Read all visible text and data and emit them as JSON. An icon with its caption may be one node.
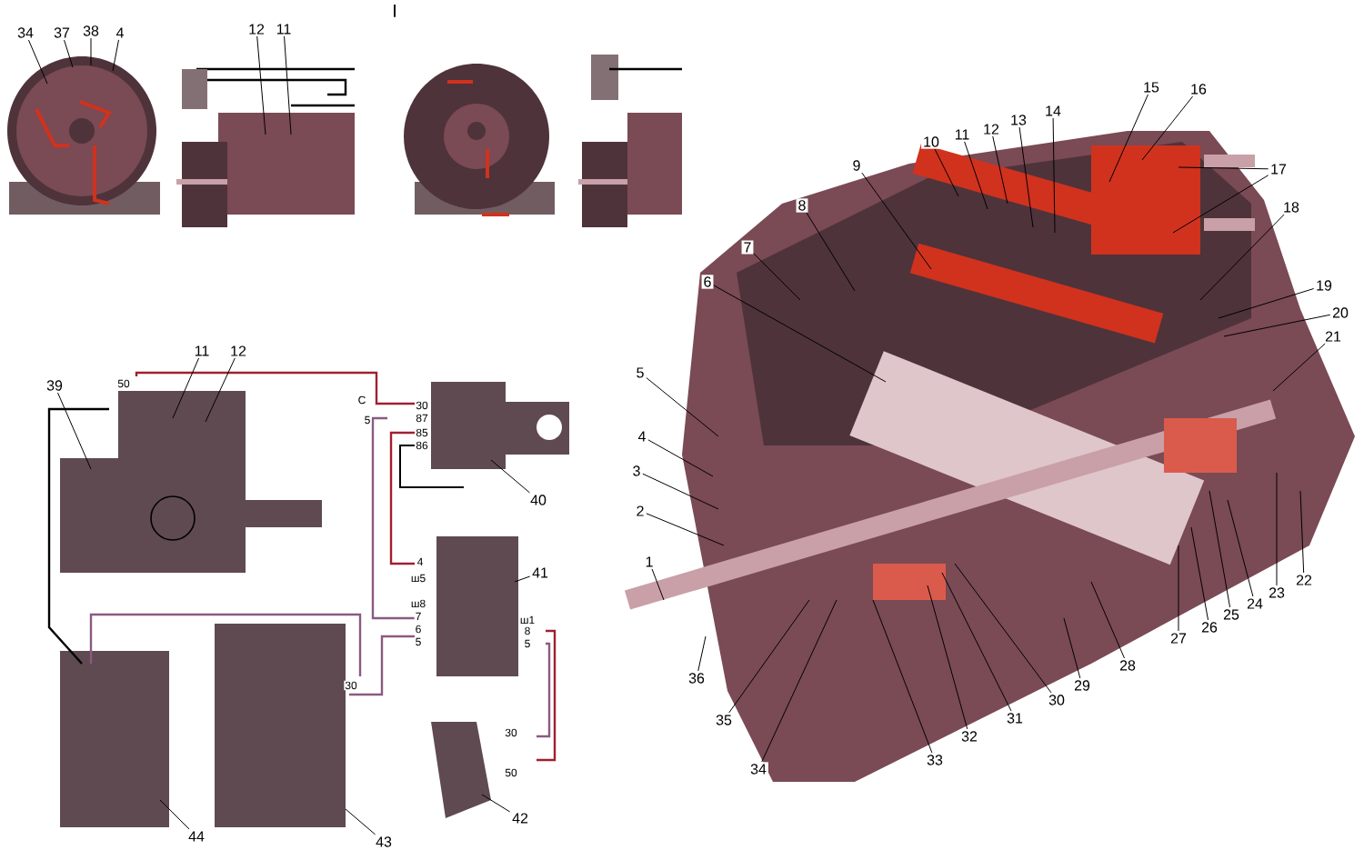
{
  "diagram": {
    "nodes": [
      {
        "text": [
          "34"
        ]
      },
      {
        "text": [
          "37"
        ]
      },
      {
        "text": [
          "38"
        ]
      },
      {
        "text": [
          "4"
        ]
      },
      {
        "text": [
          "12"
        ]
      },
      {
        "text": [
          "11"
        ]
      },
      {
        "text": [
          "15"
        ]
      },
      {
        "text": [
          "16"
        ]
      },
      {
        "text": [
          "10"
        ]
      },
      {
        "text": [
          "11"
        ]
      },
      {
        "text": [
          "12"
        ]
      },
      {
        "text": [
          "13"
        ]
      },
      {
        "text": [
          "14"
        ]
      },
      {
        "text": [
          "9"
        ]
      },
      {
        "text": [
          "8"
        ]
      },
      {
        "text": [
          "7"
        ]
      },
      {
        "text": [
          "6"
        ]
      },
      {
        "text": [
          "17"
        ]
      },
      {
        "text": [
          "18"
        ]
      },
      {
        "text": [
          "19"
        ]
      },
      {
        "text": [
          "20"
        ]
      },
      {
        "text": [
          "21"
        ]
      },
      {
        "text": [
          "5"
        ]
      },
      {
        "text": [
          "4"
        ]
      },
      {
        "text": [
          "3"
        ]
      },
      {
        "text": [
          "2"
        ]
      },
      {
        "text": [
          "1"
        ]
      },
      {
        "text": [
          "36"
        ]
      },
      {
        "text": [
          "35"
        ]
      },
      {
        "text": [
          "34"
        ]
      },
      {
        "text": [
          "33"
        ]
      },
      {
        "text": [
          "32"
        ]
      },
      {
        "text": [
          "31"
        ]
      },
      {
        "text": [
          "30"
        ]
      },
      {
        "text": [
          "29"
        ]
      },
      {
        "text": [
          "28"
        ]
      },
      {
        "text": [
          "27"
        ]
      },
      {
        "text": [
          "26"
        ]
      },
      {
        "text": [
          "25"
        ]
      },
      {
        "text": [
          "24"
        ]
      },
      {
        "text": [
          "23"
        ]
      },
      {
        "text": [
          "22"
        ]
      },
      {
        "text": [
          "11"
        ]
      },
      {
        "text": [
          "12"
        ]
      },
      {
        "text": [
          "39"
        ]
      },
      {
        "text": [
          "40"
        ]
      },
      {
        "text": [
          "41"
        ]
      },
      {
        "text": [
          "42"
        ]
      },
      {
        "text": [
          "43"
        ]
      },
      {
        "text": [
          "44"
        ]
      }
    ],
    "edges": [
      {
        "from": 0,
        "to": null,
        "arrow": "none"
      },
      {
        "from": 1,
        "to": null,
        "arrow": "none"
      },
      {
        "from": 2,
        "to": null,
        "arrow": "none"
      },
      {
        "from": 3,
        "to": null,
        "arrow": "none"
      },
      {
        "from": 4,
        "to": null,
        "arrow": "none"
      },
      {
        "from": 5,
        "to": null,
        "arrow": "none"
      },
      {
        "from": 6,
        "to": null,
        "arrow": "none"
      },
      {
        "from": 7,
        "to": null,
        "arrow": "none"
      },
      {
        "from": 8,
        "to": null,
        "arrow": "none"
      },
      {
        "from": 9,
        "to": null,
        "arrow": "none"
      },
      {
        "from": 10,
        "to": null,
        "arrow": "none"
      },
      {
        "from": 11,
        "to": null,
        "arrow": "none"
      },
      {
        "from": 12,
        "to": null,
        "arrow": "none"
      },
      {
        "from": 13,
        "to": null,
        "arrow": "none"
      },
      {
        "from": 14,
        "to": null,
        "arrow": "none"
      },
      {
        "from": 15,
        "to": null,
        "arrow": "none"
      },
      {
        "from": 16,
        "to": null,
        "arrow": "none"
      },
      {
        "from": 17,
        "to": null,
        "arrow": "none"
      },
      {
        "from": 17,
        "to": null,
        "arrow": "none"
      },
      {
        "from": 18,
        "to": null,
        "arrow": "none"
      },
      {
        "from": 19,
        "to": null,
        "arrow": "none"
      },
      {
        "from": 20,
        "to": null,
        "arrow": "none"
      },
      {
        "from": 21,
        "to": null,
        "arrow": "none"
      },
      {
        "from": 22,
        "to": null,
        "arrow": "none"
      },
      {
        "from": 23,
        "to": null,
        "arrow": "none"
      },
      {
        "from": 24,
        "to": null,
        "arrow": "none"
      },
      {
        "from": 25,
        "to": null,
        "arrow": "none"
      },
      {
        "from": 26,
        "to": null,
        "arrow": "none"
      },
      {
        "from": 27,
        "to": null,
        "arrow": "none"
      },
      {
        "from": 28,
        "to": null,
        "arrow": "none"
      },
      {
        "from": 29,
        "to": null,
        "arrow": "none"
      },
      {
        "from": 30,
        "to": null,
        "arrow": "none"
      },
      {
        "from": 31,
        "to": null,
        "arrow": "none"
      },
      {
        "from": 32,
        "to": null,
        "arrow": "none"
      },
      {
        "from": 33,
        "to": null,
        "arrow": "none"
      },
      {
        "from": 34,
        "to": null,
        "arrow": "none"
      },
      {
        "from": 35,
        "to": null,
        "arrow": "none"
      },
      {
        "from": 36,
        "to": null,
        "arrow": "none"
      },
      {
        "from": 37,
        "to": null,
        "arrow": "none"
      },
      {
        "from": 38,
        "to": null,
        "arrow": "none"
      },
      {
        "from": 39,
        "to": null,
        "arrow": "none"
      },
      {
        "from": 40,
        "to": null,
        "arrow": "none"
      },
      {
        "from": 41,
        "to": null,
        "arrow": "none"
      },
      {
        "from": 42,
        "to": null,
        "arrow": "none"
      },
      {
        "from": 43,
        "to": null,
        "arrow": "none"
      },
      {
        "from": 44,
        "to": null,
        "arrow": "none"
      },
      {
        "from": 45,
        "to": null,
        "arrow": "none"
      },
      {
        "from": 46,
        "to": null,
        "arrow": "none"
      },
      {
        "from": 47,
        "to": null,
        "arrow": "none"
      },
      {
        "from": 48,
        "to": null,
        "arrow": "none"
      },
      {
        "from": 49,
        "to": null,
        "arrow": "none"
      }
    ],
    "labels": [
      "I",
      "50",
      "С",
      "5",
      "30",
      "87",
      "85",
      "86",
      "4",
      "ш5",
      "ш8",
      "7",
      "6",
      "5",
      "ш1",
      "8",
      "5",
      "30",
      "30",
      "50"
    ]
  }
}
